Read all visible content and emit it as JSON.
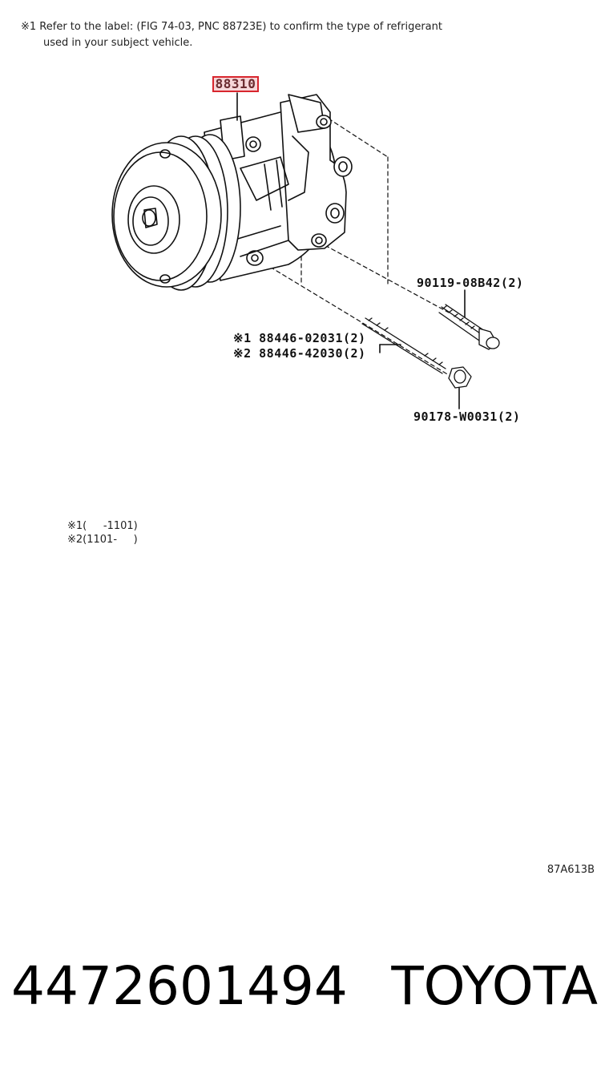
{
  "note": {
    "line1": "※1 Refer to the label: (FIG 74-03, PNC 88723E) to confirm the type of refrigerant",
    "line2": "used in your subject vehicle."
  },
  "callouts": {
    "main": "88310",
    "bolt": "90119-08B42(2)",
    "stud1": "※1 88446-02031(2)",
    "stud2": "※2 88446-42030(2)",
    "nut": "90178-W0031(2)"
  },
  "legend": {
    "line1": "※1(     -1101)",
    "line2": "※2(1101-     )"
  },
  "diagram_code": "87A613B",
  "footer": {
    "part_number": "4472601494",
    "brand": "TOYOTA"
  },
  "colors": {
    "highlight_border": "#d8262e",
    "highlight_fill": "#f6d6d8"
  }
}
